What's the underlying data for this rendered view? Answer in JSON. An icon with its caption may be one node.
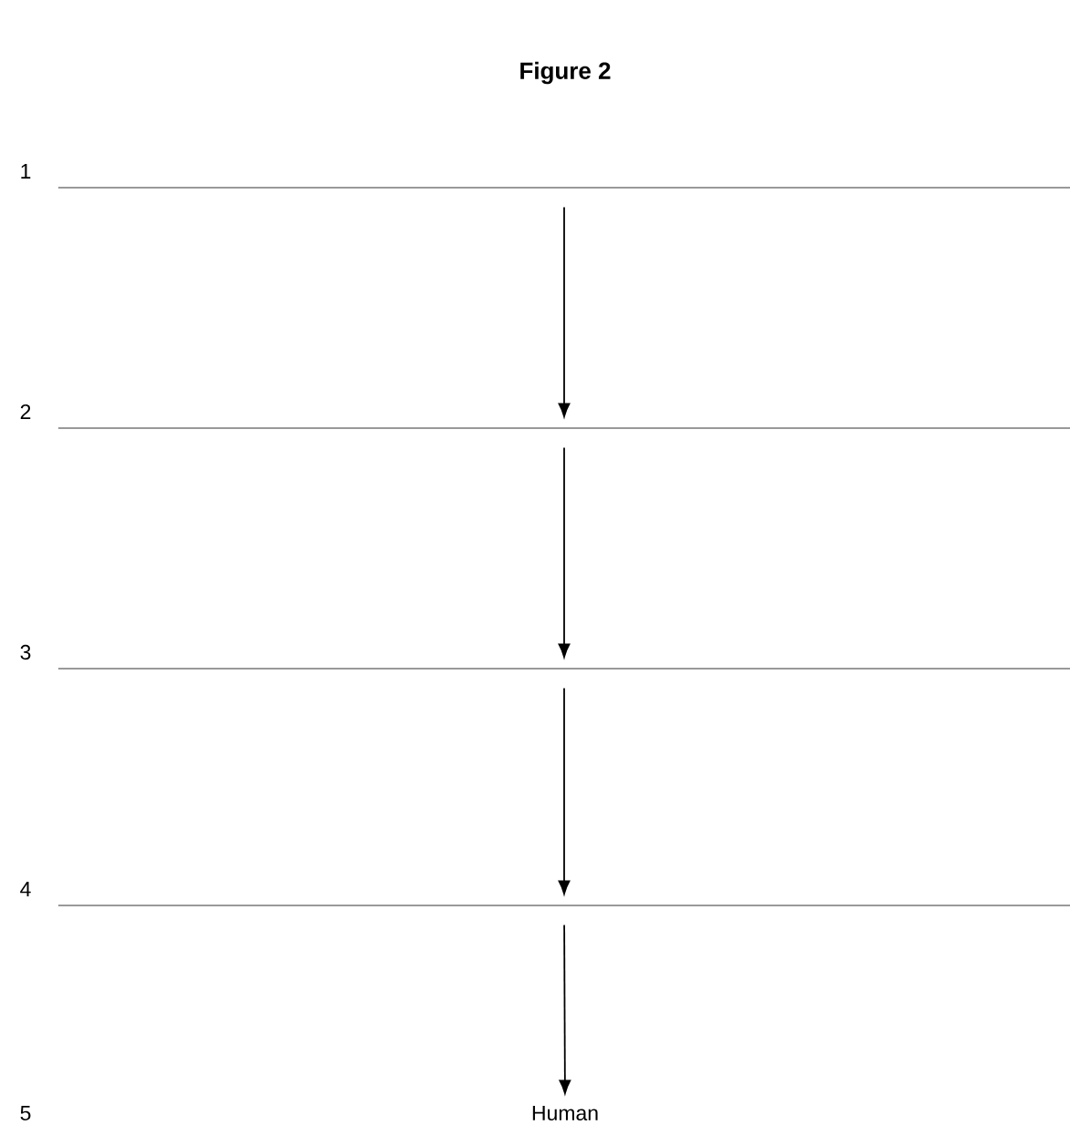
{
  "diagram": {
    "title": "Figure 2",
    "nodes": [
      {
        "text": [],
        "shape": "line"
      },
      {
        "text": [],
        "shape": "line"
      },
      {
        "text": [],
        "shape": "line"
      },
      {
        "text": [],
        "shape": "line"
      },
      {
        "text": [
          "Human"
        ]
      }
    ],
    "edges": [
      {
        "from": 0,
        "to": 1,
        "arrow": "to"
      },
      {
        "from": 1,
        "to": 2,
        "arrow": "to"
      },
      {
        "from": 2,
        "to": 3,
        "arrow": "to"
      },
      {
        "from": 3,
        "to": 4,
        "arrow": "to"
      }
    ],
    "labels": [
      "1",
      "2",
      "3",
      "4",
      "5"
    ]
  }
}
